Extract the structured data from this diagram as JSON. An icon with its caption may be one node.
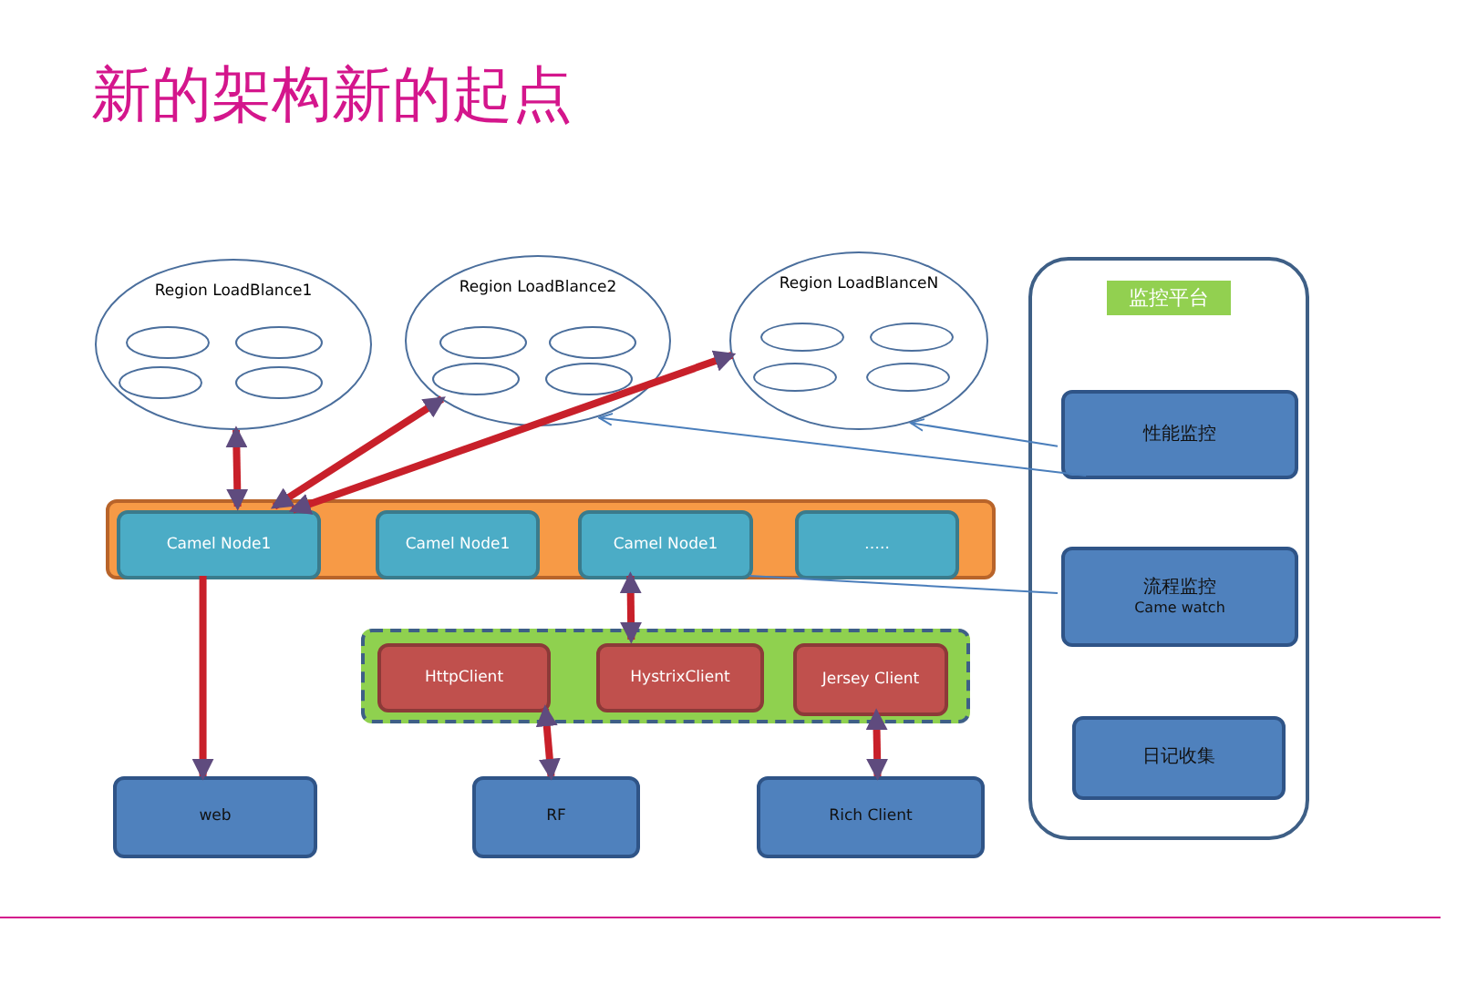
{
  "diagram": {
    "title": "新的架构新的起点",
    "nodes": [
      {
        "text": [
          "Region LoadBlance1"
        ]
      },
      {
        "text": [],
        "shape": "ellipse",
        "in": 0
      },
      {
        "text": [],
        "shape": "ellipse",
        "in": 0
      },
      {
        "text": [],
        "shape": "ellipse",
        "in": 0
      },
      {
        "text": [],
        "shape": "ellipse",
        "in": 0
      },
      {
        "text": [
          "Region LoadBlance2"
        ]
      },
      {
        "text": [],
        "shape": "ellipse",
        "in": 5
      },
      {
        "text": [],
        "shape": "ellipse",
        "in": 5
      },
      {
        "text": [],
        "shape": "ellipse",
        "in": 5
      },
      {
        "text": [],
        "shape": "ellipse",
        "in": 5
      },
      {
        "text": [
          "Region LoadBlanceN"
        ]
      },
      {
        "text": [],
        "shape": "ellipse",
        "in": 10
      },
      {
        "text": [],
        "shape": "ellipse",
        "in": 10
      },
      {
        "text": [],
        "shape": "ellipse",
        "in": 10
      },
      {
        "text": [],
        "shape": "ellipse",
        "in": 10
      },
      {
        "text": [],
        "shape": "bar"
      },
      {
        "text": [
          "Camel Node1"
        ],
        "in": 15
      },
      {
        "text": [
          "Camel Node1"
        ],
        "in": 15
      },
      {
        "text": [
          "Camel Node1"
        ],
        "in": 15
      },
      {
        "text": [
          "….."
        ],
        "in": 15
      },
      {
        "text": [],
        "shape": "box"
      },
      {
        "text": [
          "HttpClient"
        ],
        "in": 20
      },
      {
        "text": [
          "HystrixClient"
        ],
        "in": 20
      },
      {
        "text": [
          "Jersey Client"
        ],
        "in": 20
      },
      {
        "text": [
          "web"
        ]
      },
      {
        "text": [
          "RF"
        ]
      },
      {
        "text": [
          "Rich Client"
        ]
      },
      {
        "text": [
          "监控平台"
        ]
      },
      {
        "text": [
          "性能监控"
        ],
        "in": 27
      },
      {
        "text": [
          "流程监控",
          "Came watch"
        ],
        "in": 27
      },
      {
        "text": [
          "日记收集"
        ],
        "in": 27
      }
    ],
    "edges": [
      {
        "from": 16,
        "to": 0,
        "arrow": "both"
      },
      {
        "from": 16,
        "to": 5,
        "arrow": "both"
      },
      {
        "from": 16,
        "to": 10,
        "arrow": "both"
      },
      {
        "from": 16,
        "to": 24,
        "arrow": "to"
      },
      {
        "from": 18,
        "to": 22,
        "arrow": "both"
      },
      {
        "from": 21,
        "to": 25,
        "arrow": "both"
      },
      {
        "from": 23,
        "to": 26,
        "arrow": "both"
      },
      {
        "from": 28,
        "to": 10,
        "arrow": "to",
        "color": "#4a7ebb"
      },
      {
        "from": 28,
        "to": 5,
        "arrow": "to",
        "color": "#4a7ebb"
      },
      {
        "from": 29,
        "to": 18,
        "arrow": "none",
        "color": "#4a7ebb"
      }
    ]
  }
}
